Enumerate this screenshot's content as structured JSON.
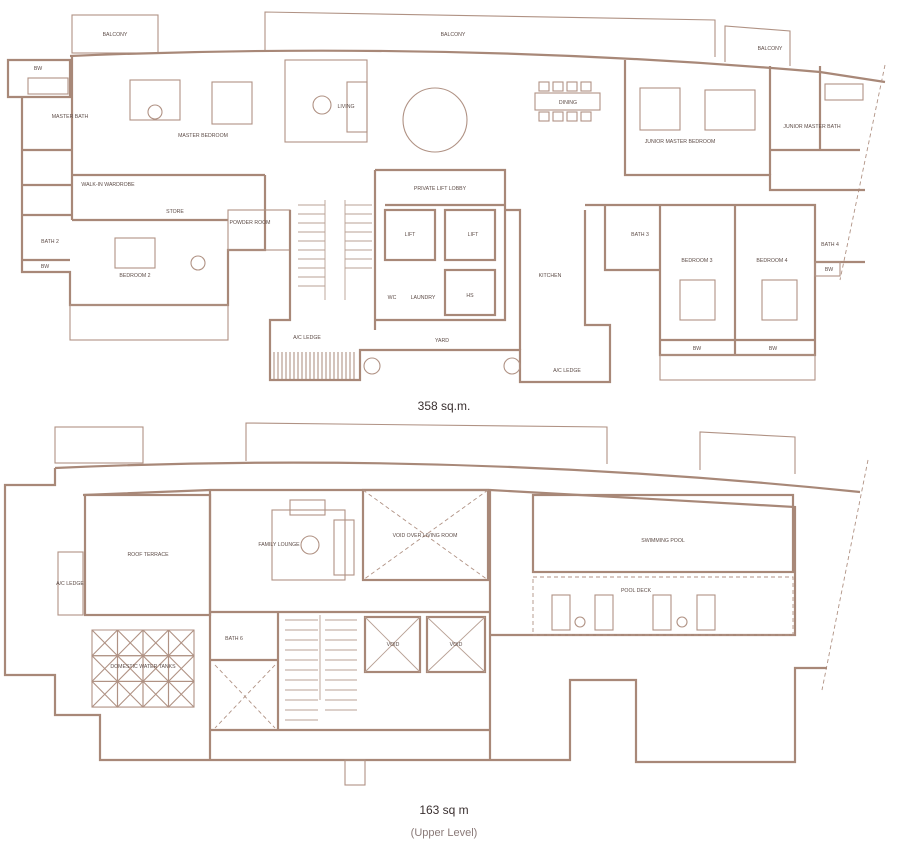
{
  "upper_plan": {
    "area_label": "358 sq.m.",
    "rooms": {
      "balcony_left": "BALCONY",
      "balcony_center": "BALCONY",
      "balcony_right": "BALCONY",
      "bw_top_left": "BW",
      "master_bath": "MASTER BATH",
      "master_bedroom": "MASTER BEDROOM",
      "walk_in_wardrobe": "WALK-IN WARDROBE",
      "store": "STORE",
      "bath_2": "BATH 2",
      "bw_left": "BW",
      "bedroom_2": "BEDROOM 2",
      "powder_room": "POWDER ROOM",
      "living": "LIVING",
      "dining": "DINING",
      "private_lift_lobby": "PRIVATE LIFT LOBBY",
      "lift_1": "LIFT",
      "lift_2": "LIFT",
      "wc": "WC",
      "laundry": "LAUNDRY",
      "hs": "HS",
      "kitchen": "KITCHEN",
      "yard": "YARD",
      "ac_ledge_left": "A/C LEDGE",
      "ac_ledge_right": "A/C LEDGE",
      "junior_master_bedroom": "JUNIOR MASTER BEDROOM",
      "junior_master_bath": "JUNIOR MASTER BATH",
      "bath_3": "BATH 3",
      "bedroom_3": "BEDROOM 3",
      "bedroom_4": "BEDROOM 4",
      "bath_4": "BATH 4",
      "bw_right": "BW",
      "bw_bed3": "BW",
      "bw_bed4": "BW"
    }
  },
  "lower_plan": {
    "area_label": "163 sq m",
    "level_label": "(Upper Level)",
    "rooms": {
      "roof_terrace": "ROOF TERRACE",
      "ac_ledge": "A/C LEDGE",
      "family_lounge": "FAMILY LOUNGE",
      "void_over_living": "VOID OVER LIVING ROOM",
      "swimming_pool": "SWIMMING POOL",
      "pool_deck": "POOL DECK",
      "domestic_water_tanks": "DOMESTIC WATER TANKS",
      "bath_6": "BATH 6",
      "void_1": "VOID",
      "void_2": "VOID"
    }
  },
  "colors": {
    "wall": "#a88878",
    "label": "#5e4d48",
    "caption": "#3a3030"
  }
}
